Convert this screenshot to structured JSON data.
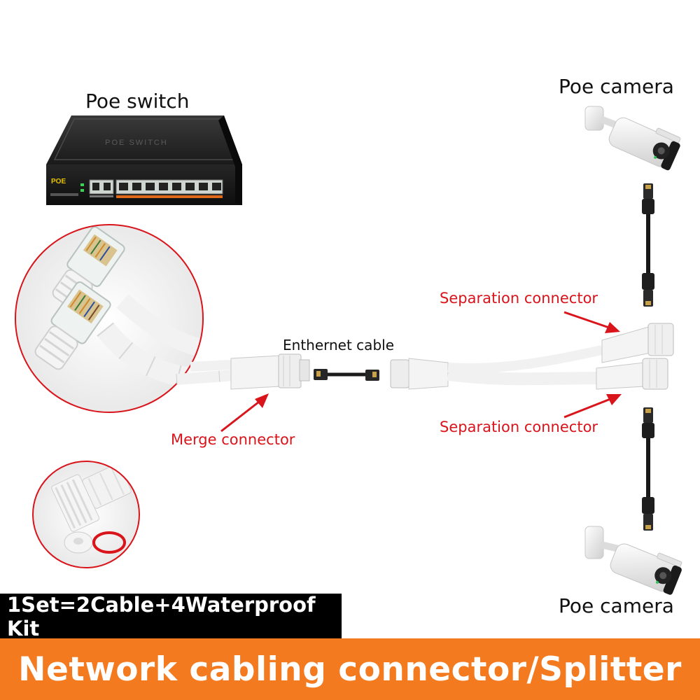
{
  "labels": {
    "poe_switch": "Poe switch",
    "poe_camera_top": "Poe camera",
    "poe_camera_bottom": "Poe camera",
    "ethernet_cable": "Enthernet cable",
    "separation_connector_top": "Separation connector",
    "separation_connector_bottom": "Separation connector",
    "merge_connector": "Merge connector"
  },
  "device_text": {
    "switch_face": "POE SWITCH",
    "switch_badge": "POE"
  },
  "kit_badge": "1Set=2Cable+4Waterproof Kit",
  "footer_title": "Network cabling connector/Splitter",
  "colors": {
    "label_red": "#d9141b",
    "banner_orange": "#f47a20",
    "badge_black": "#000000",
    "circle_border": "#d9141b"
  }
}
